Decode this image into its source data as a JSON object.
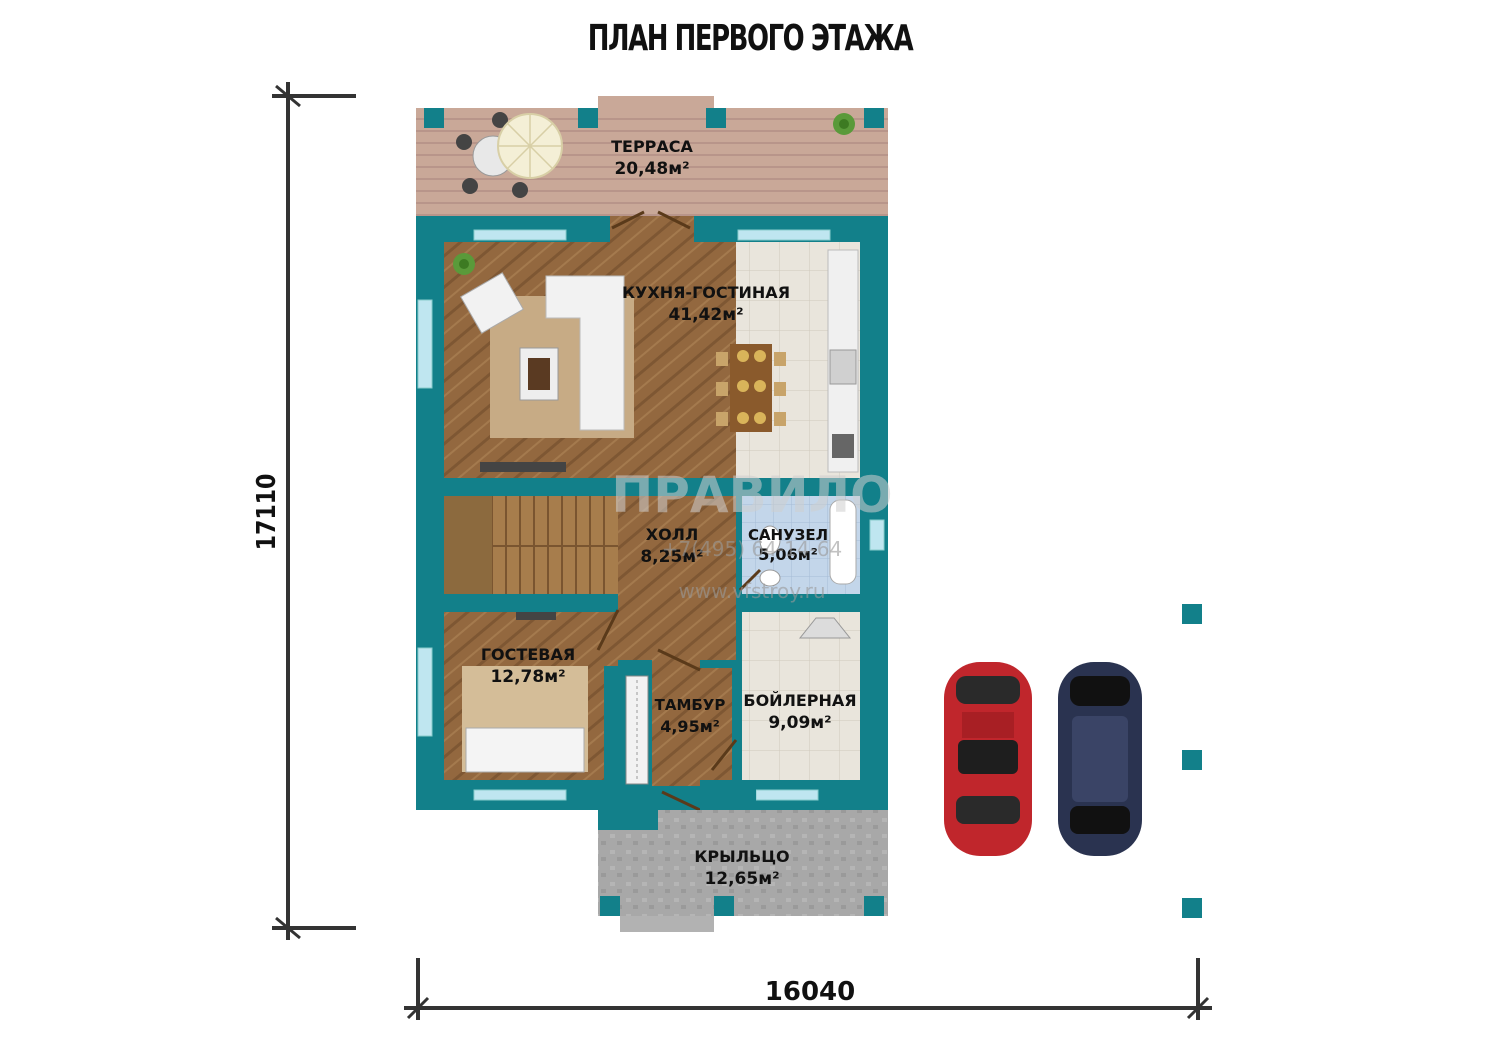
{
  "title": "ПЛАН ПЕРВОГО ЭТАЖА",
  "dimensions": {
    "height": "17110",
    "width": "16040"
  },
  "rooms": {
    "terrace": {
      "name": "ТЕРРАСА",
      "area": "20,48м²"
    },
    "kitchen": {
      "name": "КУХНЯ-ГОСТИНАЯ",
      "area": "41,42м²"
    },
    "hall": {
      "name": "ХОЛЛ",
      "area": "8,25м²"
    },
    "bathroom": {
      "name": "САНУЗЕЛ",
      "area": "5,06м²"
    },
    "guest": {
      "name": "ГОСТЕВАЯ",
      "area": "12,78м²"
    },
    "vestibule": {
      "name": "ТАМБУР",
      "area": "4,95м²"
    },
    "boiler": {
      "name": "БОЙЛЕРНАЯ",
      "area": "9,09м²"
    },
    "porch": {
      "name": "КРЫЛЬЦО",
      "area": "12,65м²"
    }
  },
  "watermark": {
    "logo": "ПРАВИЛО",
    "phone": "+7(495) 64-14-64",
    "site": "www.vfstroy.ru"
  },
  "colors": {
    "wall": "#12808a",
    "wood": "#93683f",
    "tile": "#e7e3d9",
    "terrace": "#c9a898",
    "porch": "#a5a5a5",
    "window": "#bfe6f0"
  }
}
